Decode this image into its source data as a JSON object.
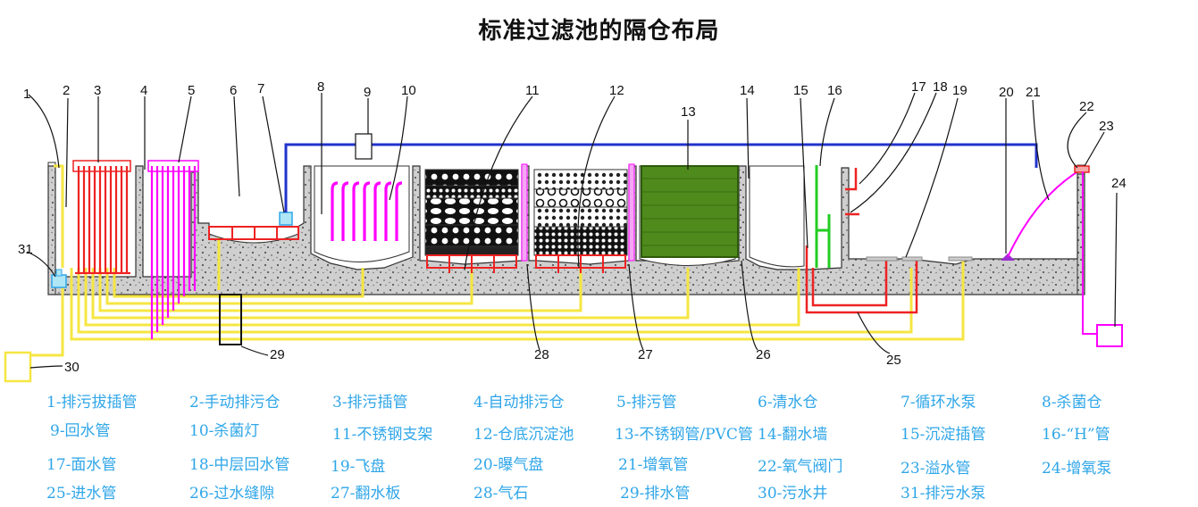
{
  "title": "标准过滤池的隔仓布局",
  "callout_numbers": [
    "1",
    "2",
    "3",
    "4",
    "5",
    "6",
    "7",
    "8",
    "9",
    "10",
    "11",
    "12",
    "13",
    "14",
    "15",
    "16",
    "17",
    "18",
    "19",
    "20",
    "21",
    "22",
    "23",
    "24",
    "25",
    "26",
    "27",
    "28",
    "29",
    "30",
    "31"
  ],
  "legend": [
    {
      "num": "1",
      "label": "1-排污拔插管"
    },
    {
      "num": "2",
      "label": "2-手动排污仓"
    },
    {
      "num": "3",
      "label": "3-排污插管"
    },
    {
      "num": "4",
      "label": "4-自动排污仓"
    },
    {
      "num": "5",
      "label": "5-排污管"
    },
    {
      "num": "6",
      "label": "6-清水仓"
    },
    {
      "num": "7",
      "label": "7-循环水泵"
    },
    {
      "num": "8",
      "label": "8-杀菌仓"
    },
    {
      "num": "9",
      "label": "9-回水管"
    },
    {
      "num": "10",
      "label": "10-杀菌灯"
    },
    {
      "num": "11",
      "label": "11-不锈钢支架"
    },
    {
      "num": "12",
      "label": "12-仓底沉淀池"
    },
    {
      "num": "13",
      "label": "13-不锈钢管/PVC管"
    },
    {
      "num": "14",
      "label": "14-翻水墙"
    },
    {
      "num": "15",
      "label": "15-沉淀插管"
    },
    {
      "num": "16",
      "label": "16-“H”管"
    },
    {
      "num": "17",
      "label": "17-面水管"
    },
    {
      "num": "18",
      "label": "18-中层回水管"
    },
    {
      "num": "19",
      "label": "19-飞盘"
    },
    {
      "num": "20",
      "label": "20-曝气盘"
    },
    {
      "num": "21",
      "label": "21-增氧管"
    },
    {
      "num": "22",
      "label": "22-氧气阀门"
    },
    {
      "num": "23",
      "label": "23-溢水管"
    },
    {
      "num": "24",
      "label": "24-增氧泵"
    },
    {
      "num": "25",
      "label": "25-进水管"
    },
    {
      "num": "26",
      "label": "26-过水缝隙"
    },
    {
      "num": "27",
      "label": "27-翻水板"
    },
    {
      "num": "28",
      "label": "28-气石"
    },
    {
      "num": "29",
      "label": "29-排水管"
    },
    {
      "num": "30",
      "label": "30-污水井"
    },
    {
      "num": "31",
      "label": "31-排污水泵"
    }
  ],
  "colors": {
    "legend_text": "#2fa6e8",
    "drain_pipe": "#f5e642",
    "return_pipe": "#2233cc",
    "sewage_pipe": "#ff00ff",
    "red_pipe": "#ee2222",
    "h_pipe": "#22cc22",
    "media": "#4f8a1c",
    "gravel": "#c9c9c9"
  }
}
